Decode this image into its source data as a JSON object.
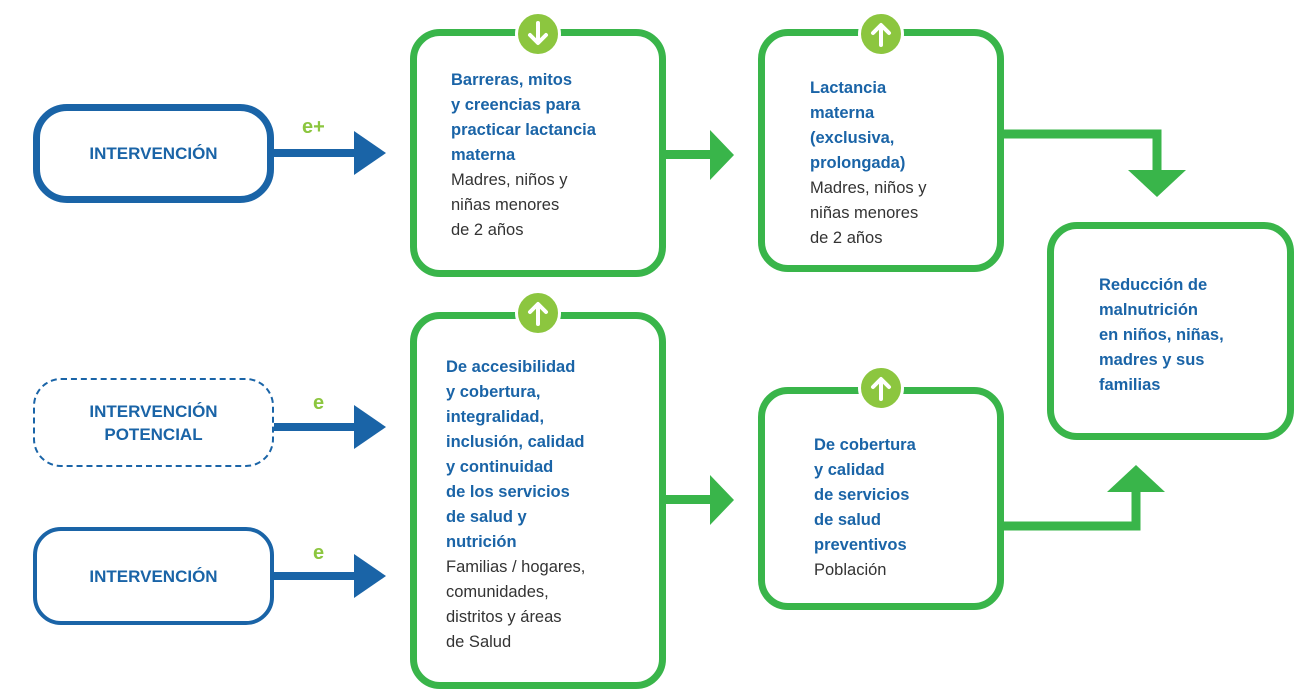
{
  "colors": {
    "blue": "#1a64a7",
    "green": "#39b54a",
    "lime": "#8cc63f"
  },
  "interventions": {
    "top": {
      "label": "INTERVENCIÓN",
      "edge": "e+"
    },
    "potential": {
      "line1": "INTERVENCIÓN",
      "line2": "POTENCIAL",
      "edge": "e"
    },
    "bottom": {
      "label": "INTERVENCIÓN",
      "edge": "e"
    }
  },
  "nodes": {
    "barriers": {
      "indicator": "arrow-down-icon",
      "title": [
        "Barreras, mitos",
        "y creencias para",
        "practicar lactancia",
        "materna"
      ],
      "population": [
        "Madres, niños y",
        "niñas menores",
        "de 2 años"
      ]
    },
    "breastfeeding": {
      "indicator": "arrow-up-icon",
      "title": [
        "Lactancia",
        "materna",
        "(exclusiva,",
        "prolongada)"
      ],
      "population": [
        "Madres, niños y",
        "niñas menores",
        "de 2 años"
      ]
    },
    "accessibility": {
      "indicator": "arrow-up-icon",
      "title": [
        "De accesibilidad",
        "y cobertura,",
        "integralidad,",
        "inclusión, calidad",
        "y continuidad",
        "de los servicios",
        "de salud y",
        "nutrición"
      ],
      "population": [
        "Familias / hogares,",
        "comunidades,",
        "distritos y áreas",
        "de Salud"
      ]
    },
    "coverage": {
      "indicator": "arrow-up-icon",
      "title": [
        "De cobertura",
        "y calidad",
        "de servicios",
        "de salud",
        "preventivos"
      ],
      "population": [
        "Población"
      ]
    },
    "outcome": {
      "title": [
        "Reducción de",
        "malnutrición",
        "en niños, niñas,",
        "madres y sus",
        "familias"
      ]
    }
  }
}
